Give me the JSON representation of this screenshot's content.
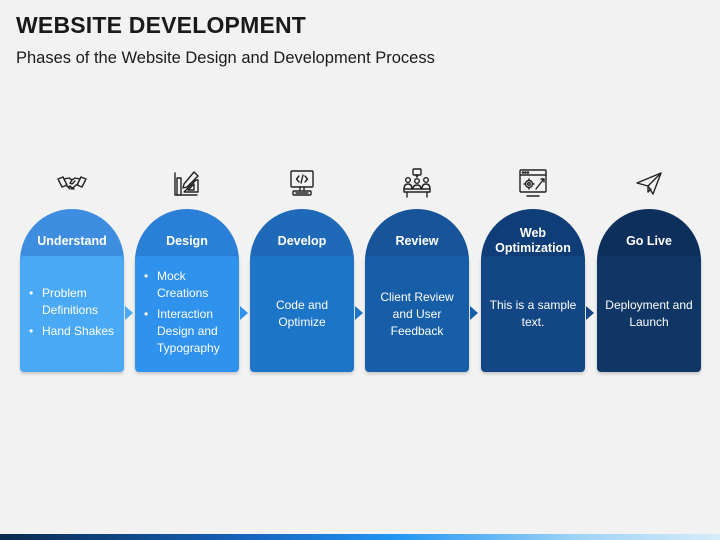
{
  "header": {
    "title": "WEBSITE DEVELOPMENT",
    "subtitle": "Phases of the Website Design and Development Process"
  },
  "phases": [
    {
      "label": "Understand",
      "icon": "handshake-icon",
      "head_color": "#3d8ee0",
      "card_color": "#4aa9f4",
      "items": [
        "Problem Definitions",
        "Hand Shakes"
      ]
    },
    {
      "label": "Design",
      "icon": "design-tools-icon",
      "head_color": "#2a7fd6",
      "card_color": "#2f92ec",
      "items": [
        "Mock Creations",
        "Interaction Design and Typography"
      ]
    },
    {
      "label": "Develop",
      "icon": "computer-code-icon",
      "head_color": "#1f6ab8",
      "card_color": "#1d75c8",
      "text": "Code and Optimize"
    },
    {
      "label": "Review",
      "icon": "meeting-review-icon",
      "head_color": "#17549a",
      "card_color": "#175ea9",
      "text": "Client Review and User Feedback"
    },
    {
      "label": "Web Optimization",
      "icon": "web-optimization-icon",
      "head_color": "#0f3d78",
      "card_color": "#124684",
      "text": "This is a sample text."
    },
    {
      "label": "Go Live",
      "icon": "paper-plane-icon",
      "head_color": "#0d2f5c",
      "card_color": "#0f3664",
      "text": "Deployment and Launch"
    }
  ]
}
